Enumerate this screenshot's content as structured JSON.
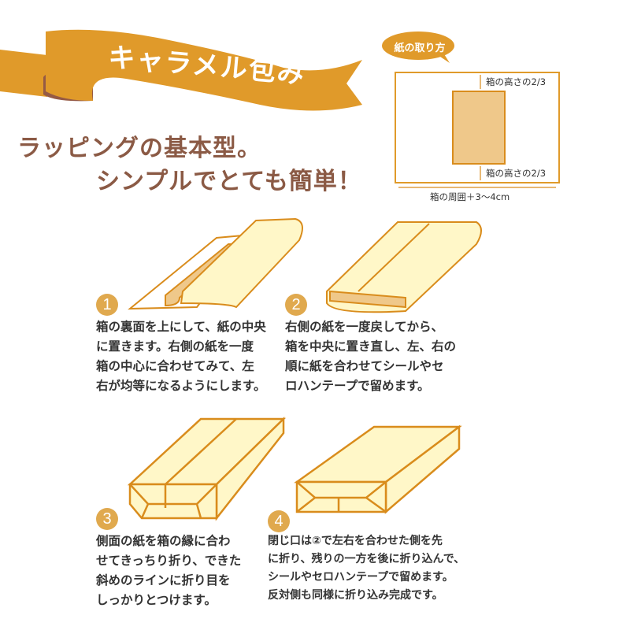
{
  "header": {
    "title": "キャラメル包み",
    "headline_line1": "ラッピングの基本型。",
    "headline_line2": "シンプルでとても簡単！"
  },
  "paper_guide": {
    "bubble_label": "紙の取り方",
    "top_margin_label": "箱の高さの2/3",
    "bottom_margin_label": "箱の高さの2/3",
    "width_label": "箱の周囲＋3〜4cm"
  },
  "steps": [
    {
      "number": "1",
      "text": "箱の裏面を上にして、紙の中央\nに置きます。右側の紙を一度\n箱の中心に合わせてみて、左\n右が均等になるようにします。"
    },
    {
      "number": "2",
      "text": "右側の紙を一度戻してから、\n箱を中央に置き直し、左、右の\n順に紙を合わせてシールやセ\nロハンテープで留めます。"
    },
    {
      "number": "3",
      "text": "側面の紙を箱の縁に合わ\nせてきっちり折り、できた\n斜めのラインに折り目を\nしっかりとつけます。"
    },
    {
      "number": "4",
      "text": "閉じ口は②で左右を合わせた側を先\nに折り、残りの一方を後に折り込んで、\nシールやセロハンテープで留めます。\n反対側も同様に折り込み完成です。"
    }
  ],
  "colors": {
    "ribbon": "#e09a2a",
    "ribbon_back": "#955a45",
    "headline": "#8b5a45",
    "outline": "#d98c1c",
    "paper": "#fff7c8",
    "box": "#efc88a",
    "step_badge": "#e0a94e"
  }
}
